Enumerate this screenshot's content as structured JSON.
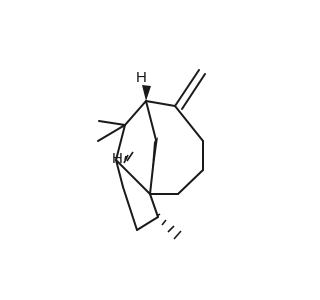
{
  "structure": {
    "hydrogen_labels": [
      {
        "name": "stereo-hydrogen-top",
        "label": "H"
      },
      {
        "name": "stereo-hydrogen-left",
        "label": "H"
      }
    ]
  }
}
